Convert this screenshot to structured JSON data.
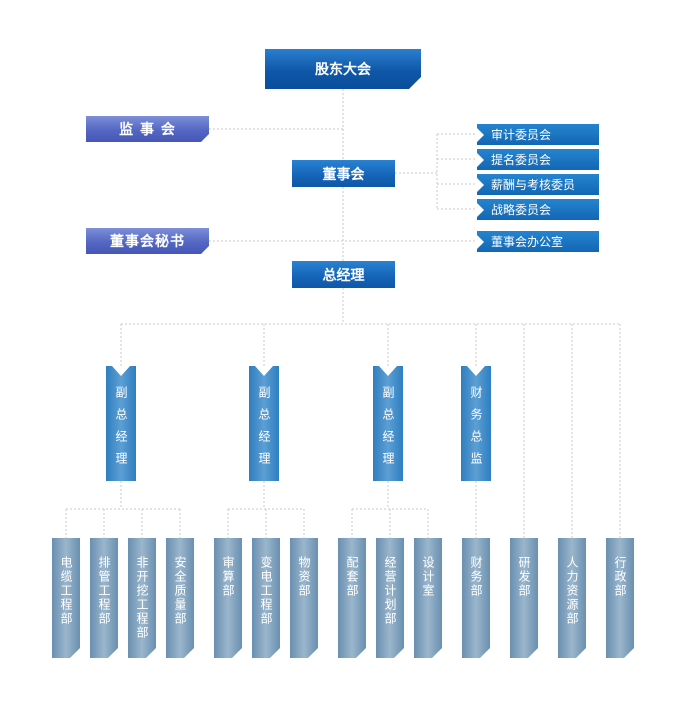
{
  "top": {
    "shareholders": "股东大会"
  },
  "left": {
    "supervisors": "监 事 会",
    "board_secretary": "董事会秘书"
  },
  "center": {
    "board": "董事会",
    "gm": "总经理"
  },
  "committees": [
    "审计委员会",
    "提名委员会",
    "薪酬与考核委员",
    "战略委员会"
  ],
  "board_office": "董事会办公室",
  "executives": [
    "副总经理",
    "副总经理",
    "副总经理",
    "财务总监"
  ],
  "departments": [
    "电缆工程部",
    "排管工程部",
    "非开挖工程部",
    "安全质量部",
    "审算部",
    "变电工程部",
    "物资部",
    "配套部",
    "经营计划部",
    "设计室",
    "财务部",
    "研发部",
    "人力资源部",
    "行政部"
  ],
  "colors": {
    "blue": "#1463b6",
    "purple": "#5467c3",
    "department": "#7e9fbb",
    "connector": "#c8c8c8"
  }
}
